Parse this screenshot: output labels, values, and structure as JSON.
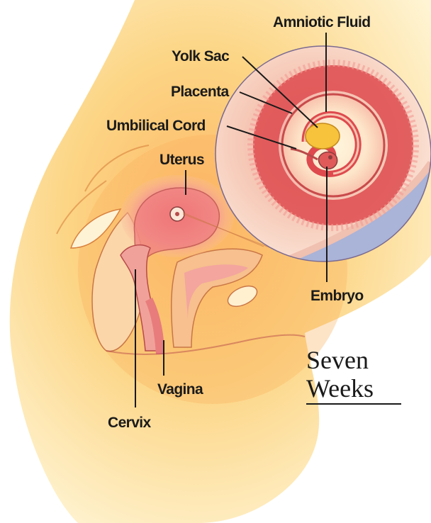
{
  "title": {
    "line1": "Seven",
    "line2": "Weeks"
  },
  "labels": {
    "amniotic_fluid": "Amniotic Fluid",
    "yolk_sac": "Yolk Sac",
    "placenta": "Placenta",
    "umbilical_cord": "Umbilical Cord",
    "uterus": "Uterus",
    "embryo": "Embryo",
    "vagina": "Vagina",
    "cervix": "Cervix"
  },
  "colors": {
    "skin_light": "#fff4cf",
    "skin_mid": "#fcd47f",
    "skin_dark": "#f3a24a",
    "uterus_pink": "#f07b7d",
    "tissue_red": "#de4a4e",
    "fluid_yellow": "#f7c23c",
    "outer_blue": "#aab3d8",
    "ink": "#1a1a1a"
  }
}
